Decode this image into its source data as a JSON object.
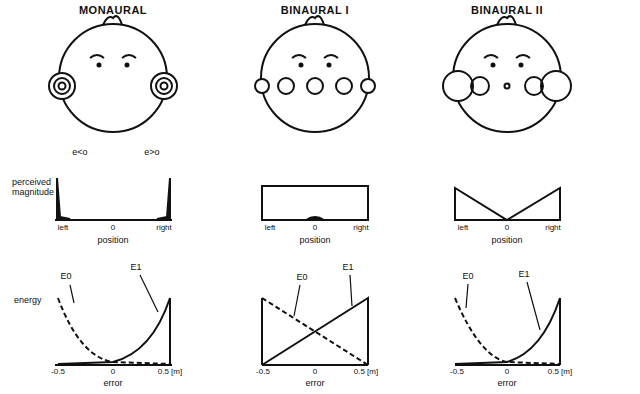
{
  "diagram": {
    "labels": [
      "MONAURAL",
      "BINAURAL I",
      "BINAURAL II",
      "e<o",
      "e>o",
      "perceived magnitude",
      "left",
      "0",
      "right",
      "position",
      "left",
      "0",
      "right",
      "position",
      "left",
      "0",
      "right",
      "position",
      "energy",
      "E0",
      "E1",
      "-0.5",
      "0",
      "0.5 [m]",
      "error",
      "E0",
      "E1",
      "-0.5",
      "0",
      "0.5 [m]",
      "error",
      "E0",
      "E1",
      "-0.5",
      "0",
      "0.5 [m]",
      "error"
    ]
  }
}
